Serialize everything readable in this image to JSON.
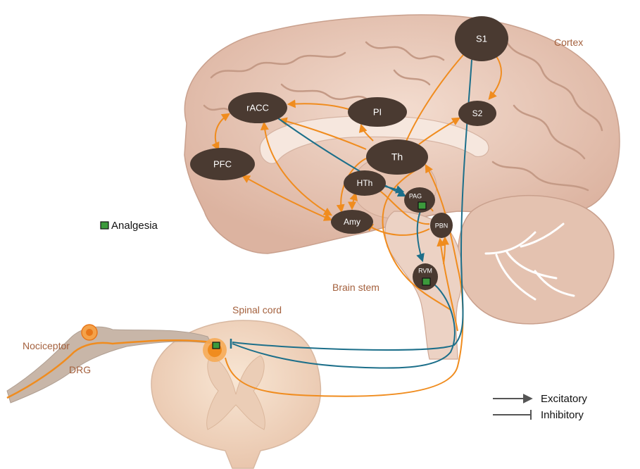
{
  "nodes": {
    "s1": "S1",
    "s2": "S2",
    "racc": "rACC",
    "pi": "PI",
    "th": "Th",
    "pfc": "PFC",
    "hth": "HTh",
    "pag": "PAG",
    "amy": "Amy",
    "pbn": "PBN",
    "rvm": "RVM"
  },
  "regions": {
    "cortex": "Cortex",
    "brain_stem": "Brain stem",
    "spinal_cord": "Spinal cord",
    "nociceptor": "Nociceptor",
    "drg": "DRG"
  },
  "legend": {
    "analgesia": "Analgesia",
    "excitatory": "Excitatory",
    "inhibitory": "Inhibitory"
  },
  "colors": {
    "excitatory": "#f08c1e",
    "inhibitory": "#1c6f8a",
    "node": "#4a3a31",
    "analgesia_marker": "#3c9a3c",
    "brain": "#e8c9b9",
    "brain_gyri": "#d9b09c",
    "spinal": "#f3dcc7",
    "region_label": "#a4613e"
  }
}
